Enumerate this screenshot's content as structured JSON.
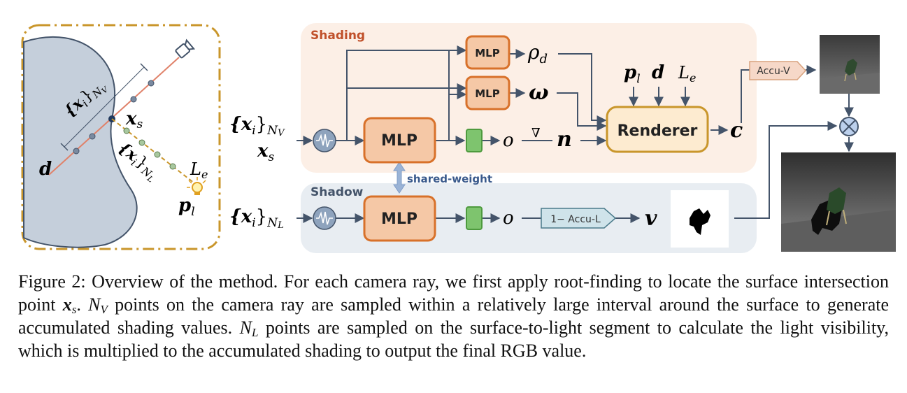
{
  "figure": {
    "panel_shading_label": "Shading",
    "panel_shadow_label": "Shadow",
    "mlp_label": "MLP",
    "renderer_label": "Renderer",
    "accu_v_label": "Accu-V",
    "accu_l_label": "1− Accu-L",
    "shared_weight_label": "shared-weight",
    "inputs": {
      "xi_nv": "{x",
      "xi_nv_i": "i",
      "xi_nv_close": "}",
      "xi_nv_sub": "N",
      "xi_nv_subsub": "V",
      "xs": "x",
      "xs_sub": "s",
      "xi_nl": "{x",
      "xi_nl_i": "i",
      "xi_nl_close": "}",
      "xi_nl_sub": "N",
      "xi_nl_subsub": "L"
    },
    "outputs": {
      "rho": "ρ",
      "rho_sub": "d",
      "omega": "ω",
      "o": "o",
      "nabla": "∇",
      "n": "n",
      "c": "c",
      "v": "v",
      "p": "p",
      "p_sub": "l",
      "d": "d",
      "L": "L",
      "L_sub": "e",
      "times": "×"
    },
    "left_diagram": {
      "xi_nv": "{x",
      "xi_i": "i",
      "xi_close": "}",
      "nv_sub": "N",
      "nv_subsub": "V",
      "xs": "x",
      "xs_sub": "s",
      "d": "d",
      "xi_nl": "{x",
      "nl_sub": "N",
      "nl_subsub": "L",
      "L": "L",
      "L_sub": "e",
      "p": "p",
      "p_sub": "l"
    },
    "colors": {
      "shading_panel": "#fcefe6",
      "shadow_panel": "#e8edf2",
      "mlp_fill": "#f5c8a6",
      "mlp_stroke": "#d8712a",
      "renderer_fill": "#fdebd0",
      "renderer_stroke": "#c9962b",
      "green": "#7ec46e",
      "arrow": "#44546a",
      "surface": "#c5cfdb",
      "dash_border": "#c9962b"
    }
  },
  "caption": {
    "p1": "Figure 2: Overview of the method. For each camera ray, we first apply root-finding to locate the surface intersection point ",
    "xs": "x",
    "xs_sub": "s",
    "p2": ". ",
    "nv": "N",
    "nv_sub": "V",
    "p3": " points on the camera ray are sampled within a relatively large interval around the surface to generate accumulated shading values. ",
    "nl": "N",
    "nl_sub": "L",
    "p4": " points are sampled on the surface-to-light segment to calculate the light visibility, which is multiplied to the accumulated shading to output the final RGB value."
  }
}
